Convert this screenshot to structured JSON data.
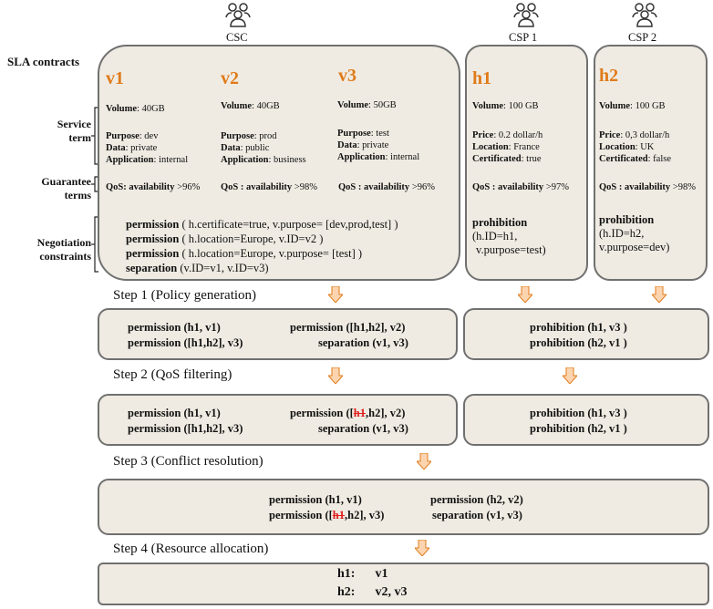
{
  "actors": {
    "csc": "CSC",
    "csp1": "CSP 1",
    "csp2": "CSP 2",
    "icon": "users-icon"
  },
  "left_labels": {
    "sla": "SLA contracts",
    "service1": "Service",
    "service2": "term",
    "guarantee1": "Guarantee",
    "guarantee2": "terms",
    "negotiation1": "Negotiation",
    "negotiation2": "constraints"
  },
  "csc_box": {
    "v1": {
      "name": "v1",
      "volume_label": "Volume",
      "volume": ": 40GB",
      "purpose_label": "Purpose",
      "purpose": ": dev",
      "data_label": "Data",
      "data": ": private",
      "app_label": "Application",
      "app": ":  internal",
      "qos": "QoS: availability",
      "qos_val": " >96%"
    },
    "v2": {
      "name": "v2",
      "volume_label": "Volume",
      "volume": ": 40GB",
      "purpose_label": "Purpose",
      "purpose": ": prod",
      "data_label": "Data",
      "data": ": public",
      "app_label": "Application",
      "app": ":  business",
      "qos": "QoS : availability",
      "qos_val": " >98%"
    },
    "v3": {
      "name": "v3",
      "volume_label": "Volume",
      "volume": ":  50GB",
      "purpose_label": "Purpose",
      "purpose": ":  test",
      "data_label": "Data",
      "data": ": private",
      "app_label": "Application",
      "app": ":  internal",
      "qos": "QoS : availability",
      "qos_val": " >96%"
    },
    "constraints": [
      {
        "kw": "permission",
        "body": " ( h.certificate=true, v.purpose= [dev,prod,test] )"
      },
      {
        "kw": "permission",
        "body": " ( h.location=Europe, v.ID=v2 )"
      },
      {
        "kw": "permission",
        "body": " ( h.location=Europe, v.purpose= [test] )"
      },
      {
        "kw": "separation",
        "body": "  (v.ID=v1, v.ID=v3)"
      }
    ]
  },
  "csp1_box": {
    "name": "h1",
    "volume_label": "Volume",
    "volume": ":  100 GB",
    "price_label": "Price",
    "price": ":  0.2 dollar/h",
    "location_label": "Location",
    "location": ":  France",
    "cert_label": "Certificated",
    "cert": ":  true",
    "qos": "QoS : availability",
    "qos_val": " >97%",
    "prohibition": "prohibition",
    "p1": "(h.ID=h1,",
    "p2": "v.purpose=test)"
  },
  "csp2_box": {
    "name": "h2",
    "volume_label": "Volume",
    "volume": ":  100 GB",
    "price_label": "Price",
    "price": ":  0,3 dollar/h",
    "location_label": "Location",
    "location": ":  UK",
    "cert_label": "Certificated",
    "cert": ":  false",
    "qos": "QoS : availability",
    "qos_val": " >98%",
    "prohibition": "prohibition",
    "p1": "(h.ID=h2,",
    "p2": "v.purpose=dev)"
  },
  "steps": {
    "s1": "Step 1 (Policy generation)",
    "s2": "Step 2 (QoS filtering)",
    "s3": "Step 3 (Conflict resolution)",
    "s4": "Step 4 (Resource allocation)"
  },
  "step1": {
    "a": "permission (h1, v1)",
    "b": "permission ([h1,h2], v2)",
    "c": "permission ([h1,h2], v3)",
    "d": "separation (v1, v3)",
    "e": "prohibition  (h1, v3 )",
    "f": "prohibition  (h2, v1 )"
  },
  "step2": {
    "a": "permission (h1, v1)",
    "b_pre": "permission ([",
    "b_strike": "h1",
    "b_post": ",h2], v2)",
    "c": "permission ([h1,h2], v3)",
    "d": "separation (v1, v3)",
    "e": "prohibition  (h1, v3 )",
    "f": "prohibition  (h2, v1 )"
  },
  "step3": {
    "a": "permission (h1, v1)",
    "b": "permission (h2, v2)",
    "c_pre": "permission ([",
    "c_strike": "h1",
    "c_post": ",h2], v3)",
    "d": "separation (v1, v3)"
  },
  "step4": {
    "h1": "h1:",
    "h1v": "v1",
    "h2": "h2:",
    "h2v": "v2, v3"
  },
  "colors": {
    "box_fill": "#efebe2",
    "border": "#707070",
    "accent": "#e07b1a",
    "arrow_fill": "#fcd5b0",
    "strike": "#e02020"
  }
}
